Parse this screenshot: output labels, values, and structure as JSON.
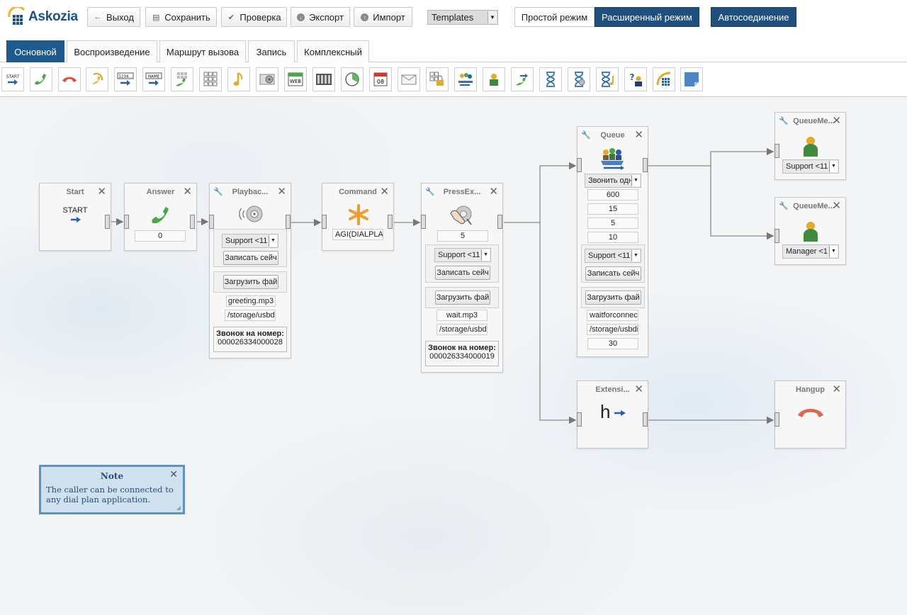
{
  "brand": {
    "name": "Askozia"
  },
  "toolbar": {
    "exit": "Выход",
    "save": "Сохранить",
    "check": "Проверка",
    "export": "Экспорт",
    "import": "Импорт",
    "templates": "Templates",
    "simple_mode": "Простой режим",
    "advanced_mode": "Расширенный режим",
    "autoconnect": "Автосоединение"
  },
  "tabs": [
    "Основной",
    "Воспроизведение",
    "Маршрут вызова",
    "Запись",
    "Комплексный"
  ],
  "palette": [
    "start-tool-icon",
    "answer-tool-icon",
    "hangup-tool-icon",
    "redirect-tool-icon",
    "number-input-tool-icon",
    "name-input-tool-icon",
    "dial-keypad-tool-icon",
    "keypad-tool-icon",
    "music-tool-icon",
    "speaker-tool-icon",
    "web-tool-icon",
    "film-tool-icon",
    "time-condition-tool-icon",
    "calendar-tool-icon",
    "mail-tool-icon",
    "keypad-lock-tool-icon",
    "queue-tool-icon",
    "lock-tool-icon",
    "transfer-tool-icon",
    "wait-tool-icon",
    "wait-sound-tool-icon",
    "wait-music-tool-icon",
    "user-question-tool-icon",
    "phone-keypad-tool-icon",
    "note-tool-icon"
  ],
  "palette_text": {
    "start": "START",
    "name": "NAME",
    "num": "1234...",
    "web": "WEB",
    "cal": "08"
  },
  "nodes": {
    "start": {
      "title": "Start",
      "label": "START"
    },
    "answer": {
      "title": "Answer",
      "delay": "0"
    },
    "playback": {
      "title": "Playbac...",
      "select": "Support <11",
      "record_btn": "Записать сейч",
      "upload_btn": "Загрузить фай",
      "file": "greeting.mp3",
      "path": "/storage/usbdis",
      "call_label": "Звонок на номер:",
      "call_number": "000026334000028"
    },
    "command": {
      "title": "Command",
      "value": "AGI(DIALPLAN"
    },
    "pressext": {
      "title": "PressEx...",
      "digits": "5",
      "select": "Support <11",
      "record_btn": "Записать сейч",
      "upload_btn": "Загрузить фай",
      "file": "wait.mp3",
      "path": "/storage/usbdis",
      "call_label": "Звонок на номер:",
      "call_number": "000026334000019"
    },
    "queue": {
      "title": "Queue",
      "strategy": "Звонить одн",
      "v1": "600",
      "v2": "15",
      "v3": "5",
      "v4": "10",
      "select": "Support <11",
      "record_btn": "Записать сейч",
      "upload_btn": "Загрузить фай",
      "file": "waitforconnect",
      "path": "/storage/usbdis",
      "v5": "30"
    },
    "qm1": {
      "title": "QueueMe...",
      "select": "Support <11"
    },
    "qm2": {
      "title": "QueueMe...",
      "select": "Manager <1"
    },
    "ext": {
      "title": "Extensi...",
      "label": "h"
    },
    "hangup": {
      "title": "Hangup"
    }
  },
  "note": {
    "title": "Note",
    "body": "The caller can be connected to any dial plan application."
  }
}
